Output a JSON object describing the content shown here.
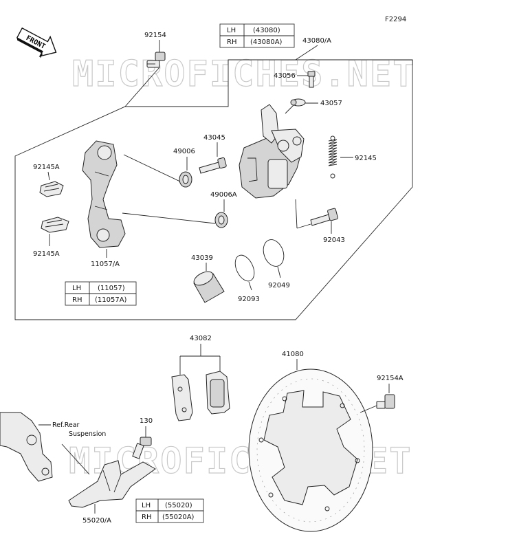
{
  "diagram_id": "F2294",
  "front_label": "FRONT",
  "watermark": "MICROFICHES.NET",
  "parts": {
    "p92154": "92154",
    "p43080A": "43080/A",
    "p43056": "43056",
    "p43057": "43057",
    "p43045": "43045",
    "p49006": "49006",
    "p49006A": "49006A",
    "p92145": "92145",
    "p92145A_top": "92145A",
    "p92145A_bottom": "92145A",
    "p92043": "92043",
    "p11057A": "11057/A",
    "p43039": "43039",
    "p92093": "92093",
    "p92049": "92049",
    "p43082": "43082",
    "p41080": "41080",
    "p92154A": "92154A",
    "p130": "130",
    "p55020A": "55020/A"
  },
  "ref_note": {
    "line1": "Ref.Rear",
    "line2": "Suspension"
  },
  "tables": {
    "caliper": {
      "lh_label": "LH",
      "lh_value": "(43080)",
      "rh_label": "RH",
      "rh_value": "(43080A)"
    },
    "bracket": {
      "lh_label": "LH",
      "lh_value": "(11057)",
      "rh_label": "RH",
      "rh_value": "(11057A)"
    },
    "guard": {
      "lh_label": "LH",
      "lh_value": "(55020)",
      "rh_label": "RH",
      "rh_value": "(55020A)"
    }
  }
}
